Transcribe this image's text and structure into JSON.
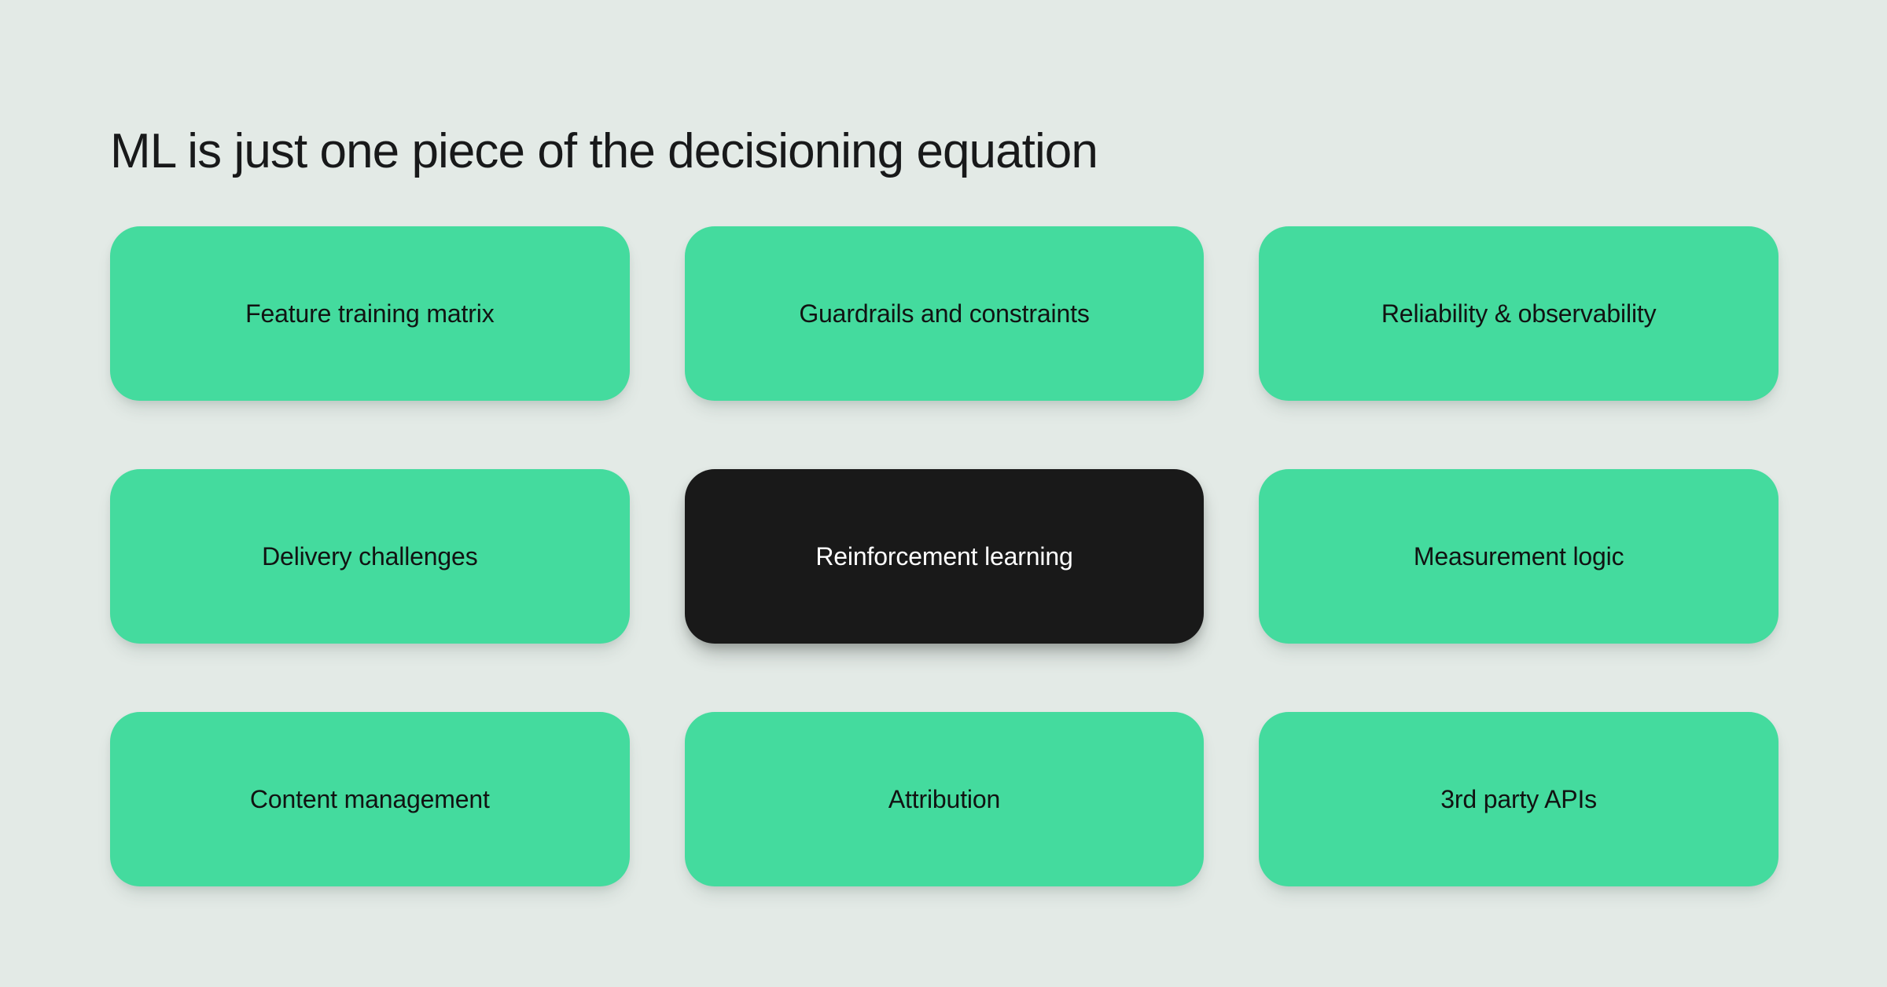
{
  "slide": {
    "title": "ML is just one piece of the decisioning equation",
    "background_color": "#e3eae6",
    "accent_color": "#44db9e",
    "highlight_color": "#191919",
    "text_color": "#111312",
    "highlight_text_color": "#ffffff"
  },
  "grid": {
    "columns": 3,
    "rows": 3,
    "cards": [
      {
        "label": "Feature training matrix",
        "highlighted": false
      },
      {
        "label": "Guardrails and constraints",
        "highlighted": false
      },
      {
        "label": "Reliability & observability",
        "highlighted": false
      },
      {
        "label": "Delivery challenges",
        "highlighted": false
      },
      {
        "label": "Reinforcement learning",
        "highlighted": true
      },
      {
        "label": "Measurement logic",
        "highlighted": false
      },
      {
        "label": "Content management",
        "highlighted": false
      },
      {
        "label": "Attribution",
        "highlighted": false
      },
      {
        "label": "3rd party APIs",
        "highlighted": false
      }
    ]
  }
}
